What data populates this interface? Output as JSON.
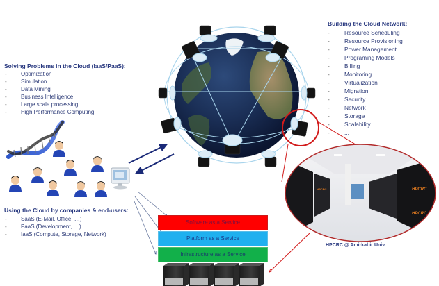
{
  "left_panel": {
    "heading": "Solving  Problems in the Cloud  (IaaS/PaaS):",
    "items": [
      "Optimization",
      "Simulation",
      "Data Mining",
      "Business Intelligence",
      "Large scale processing",
      "High Performance Computing"
    ]
  },
  "right_panel": {
    "heading": "Building the Cloud Network:",
    "items": [
      "Resource Scheduling",
      "Resource Provisioning",
      "Power Management",
      "Programing Models",
      "Billing",
      "Monitoring",
      "Virtualization",
      "Migration",
      "Security",
      "Network",
      "Storage",
      "Scalability",
      "..."
    ]
  },
  "bottom_panel": {
    "heading": "Using the Cloud  by  companies & end-users:",
    "items": [
      "SaaS (E-Mail, Office, …)",
      "PaaS (Development, …)",
      "IaaS (Compute, Storage, Network)"
    ]
  },
  "service_layers": {
    "saas": "Software  as a Service",
    "paas": "Platform  as a Service",
    "iaas": "Infrastructure  as a Service"
  },
  "datacenter": {
    "caption": "HPCRC  @ Amirkabir Univ.",
    "rack_logo": "HPCRC"
  },
  "dash": "-",
  "colors": {
    "saas": "#ff0000",
    "paas": "#1fb0ef",
    "iaas": "#12b04a",
    "text": "#2a3a80",
    "highlight": "#d21a1a"
  }
}
